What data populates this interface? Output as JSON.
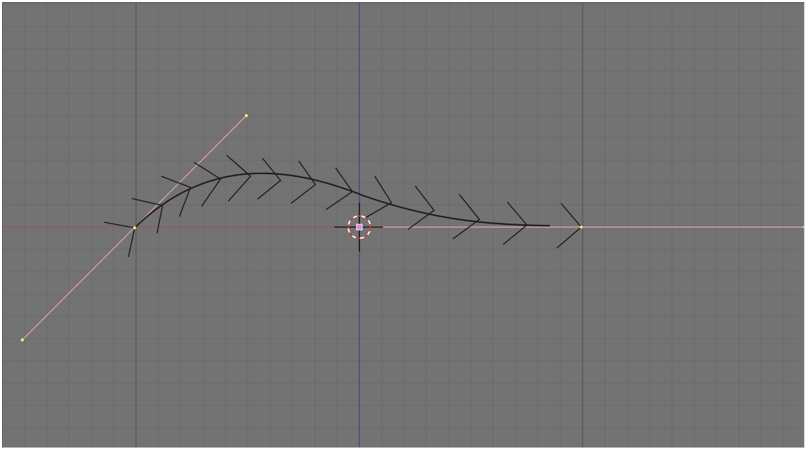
{
  "viewport": {
    "view": "3d-viewport-top-orthographic",
    "background_color": "#737373",
    "grid_minor_color": "#6a6a6a",
    "grid_major_color": "#5a5a5a",
    "x_axis_color": "#8a5a5a",
    "y_axis_color": "#3a3a9a"
  },
  "curve": {
    "type": "bezier",
    "curve_color": "#1e1e1e",
    "normal_color": "#1e1e1e",
    "handle_color": "#e0a0a8",
    "vertex_color": "#f0f060",
    "point_count": 2,
    "normals_count": 15
  },
  "cursor": {
    "name": "3d-cursor",
    "ring_color_a": "#c03030",
    "ring_color_b": "#ffffff",
    "center_color": "#e080e0"
  }
}
